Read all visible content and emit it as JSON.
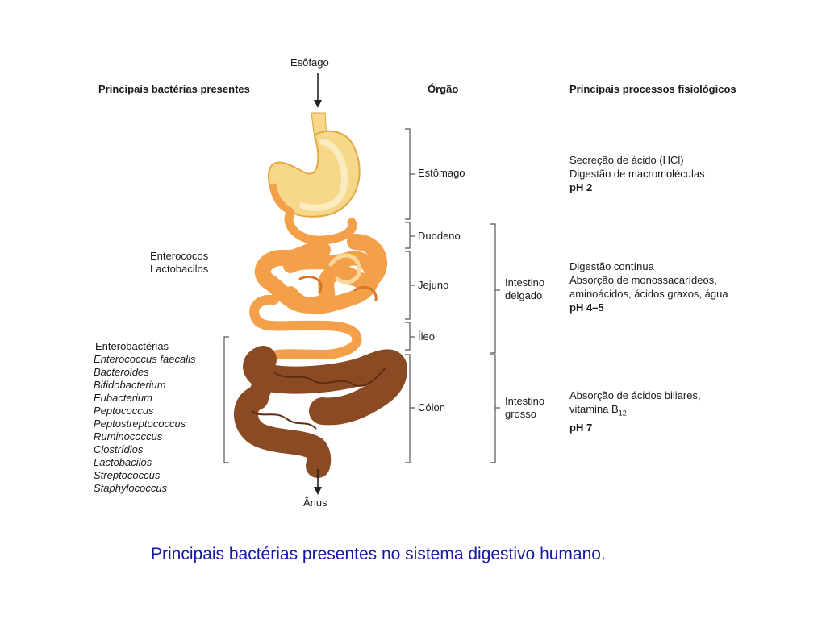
{
  "labels": {
    "esophagus": "Esôfago",
    "anus": "Ânus"
  },
  "headers": {
    "bacteria": "Principais bactérias presentes",
    "organ": "Órgão",
    "processes": "Principais processos fisiológicos"
  },
  "organs": {
    "stomach": "Estômago",
    "duodenum": "Duodeno",
    "jejunum": "Jejuno",
    "ileum": "Íleo",
    "colon": "Cólon"
  },
  "regions": {
    "small_intestine": [
      "Intestino",
      "delgado"
    ],
    "large_intestine": [
      "Intestino",
      "grosso"
    ]
  },
  "bacteria": {
    "small": [
      "Enterococos",
      "Lactobacilos"
    ],
    "large_header": "Enterobactérias",
    "large": [
      "Enterococcus faecalis",
      "Bacteroides",
      "Bifidobacterium",
      "Eubacterium",
      "Peptococcus",
      "Peptostreptococcus",
      "Ruminococcus",
      "Clostrídios",
      "Lactobacilos",
      "Streptococcus",
      "Staphylococcus"
    ]
  },
  "processes": {
    "stomach": {
      "lines": [
        "Secreção de ácido (HCl)",
        "Digestão de macromoléculas"
      ],
      "ph": "pH 2"
    },
    "small_intestine": {
      "lines": [
        "Digestão contínua",
        "Absorção de monossacarídeos,",
        "aminoácidos, ácidos graxos, água"
      ],
      "ph": "pH 4–5"
    },
    "large_intestine": {
      "line1": "Absorção de ácidos biliares,",
      "line2_text": "vitamina",
      "line2_b": "B",
      "line2_sub": "12",
      "ph": "pH 7"
    }
  },
  "caption": "Principais bactérias presentes no sistema digestivo humano.",
  "colors": {
    "stomach": "#f7d88a",
    "stomach_dark": "#e8b04a",
    "small_intestine": "#f4a04a",
    "small_intestine_dark": "#d9762a",
    "colon": "#8a4a24",
    "colon_dark": "#5c2d12",
    "caption": "#1717a8"
  }
}
